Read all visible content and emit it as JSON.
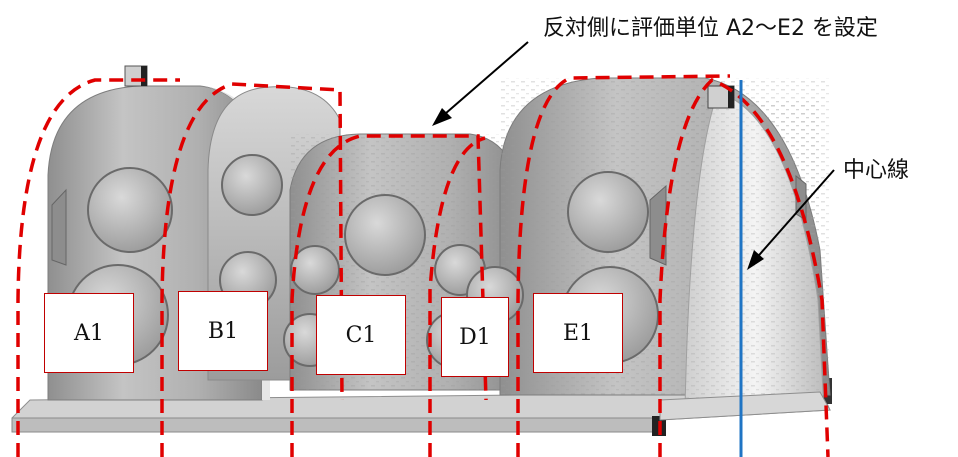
{
  "annotations": {
    "top_note": "反対側に評価単位 A2～E2 を設定",
    "center_line": "中心線"
  },
  "units": [
    {
      "id": "A1",
      "label": "A1"
    },
    {
      "id": "B1",
      "label": "B1"
    },
    {
      "id": "C1",
      "label": "C1"
    },
    {
      "id": "D1",
      "label": "D1"
    },
    {
      "id": "E1",
      "label": "E1"
    }
  ],
  "colors": {
    "dashed_boundary": "#e00000",
    "center_line": "#1f74c4",
    "label_border": "#c00000",
    "body_gray": "#a9a9a9"
  }
}
